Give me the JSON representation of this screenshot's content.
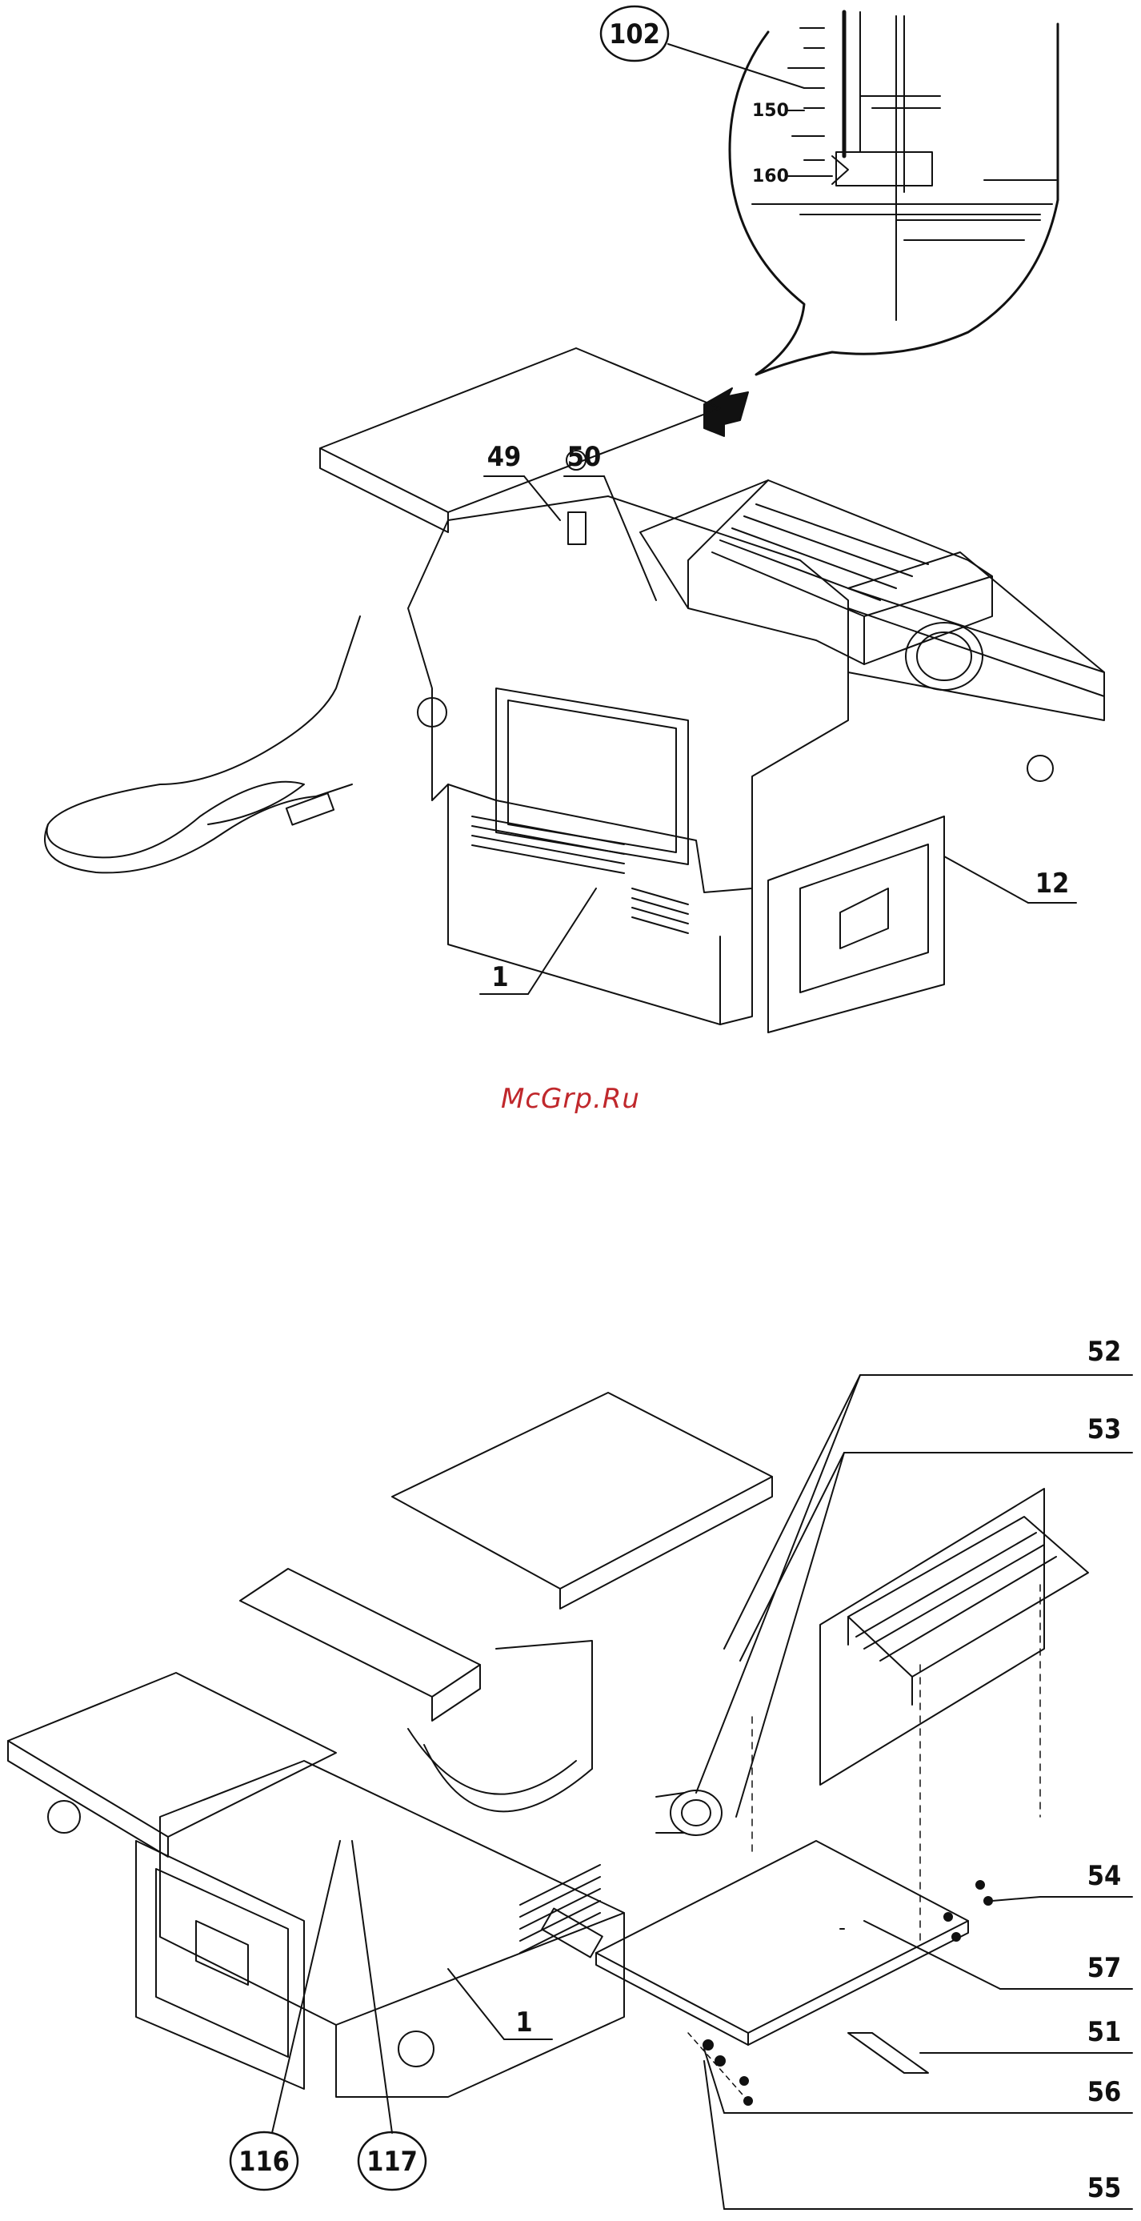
{
  "callouts_top": {
    "c102": "102",
    "c49": "49",
    "c50": "50",
    "c12": "12",
    "c1": "1"
  },
  "scale": {
    "t150": "150",
    "t160": "160"
  },
  "watermark": "McGrp.Ru",
  "callouts_bottom": {
    "c52": "52",
    "c53": "53",
    "c54": "54",
    "c57": "57",
    "c51": "51",
    "c56": "56",
    "c55": "55",
    "c1": "1",
    "c116": "116",
    "c117": "117"
  },
  "colors": {
    "line": "#111111",
    "watermark": "#c0282c"
  }
}
